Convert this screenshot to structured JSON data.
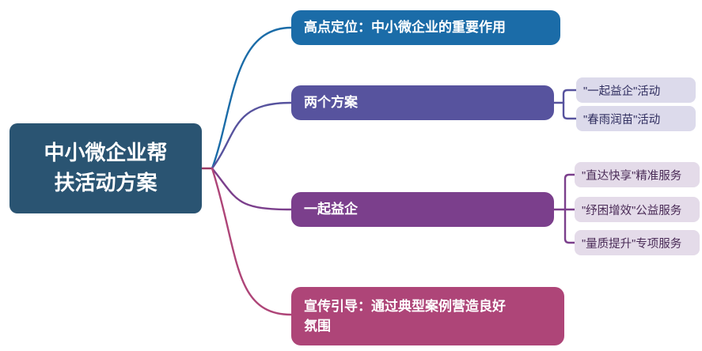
{
  "colors": {
    "root_bg": "#2A5472",
    "branch1_bg": "#1B6CA8",
    "branch2_bg": "#57539E",
    "branch3_bg": "#7B3F8C",
    "bran4_placeholder": "",
    "branch4_bg": "#AE4578",
    "child_a_bg": "#DCDAEB",
    "child_a_text": "#312F60",
    "child_b_bg": "#E4DBE9",
    "child_b_text": "#4A2B57",
    "root_stub": "#9B3A64",
    "node_text": "#FFFFFF"
  },
  "mindmap": {
    "root": {
      "label": "中小微企业帮\n扶活动方案"
    },
    "branches": [
      {
        "label": "高点定位：中小微企业的重要作用",
        "children": []
      },
      {
        "label": "两个方案",
        "children": [
          {
            "label": "\"一起益企\"活动"
          },
          {
            "label": "\"春雨润苗\"活动"
          }
        ]
      },
      {
        "label": "一起益企",
        "children": [
          {
            "label": "\"直达快享\"精准服务"
          },
          {
            "label": "\"纾困增效\"公益服务"
          },
          {
            "label": "\"量质提升\"专项服务"
          }
        ]
      },
      {
        "label": "宣传引导：通过典型案例营造良好\n氛围",
        "children": []
      }
    ]
  }
}
